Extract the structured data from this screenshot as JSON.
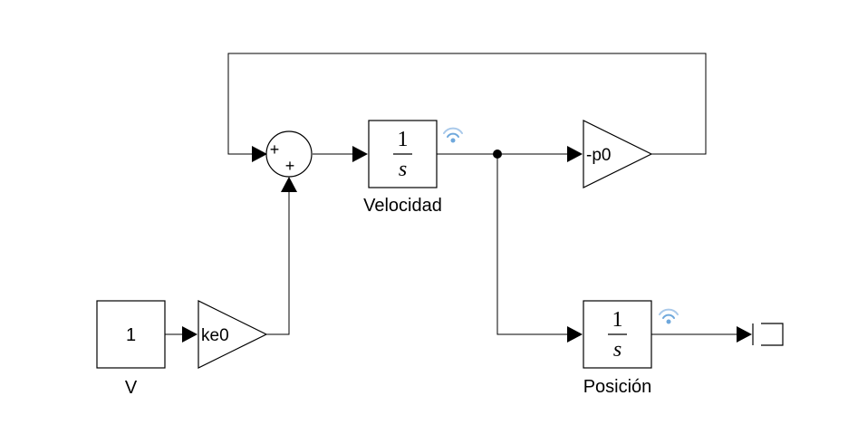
{
  "colors": {
    "wire": "#000000",
    "block_fill": "#ffffff",
    "signal_icon": "#6fa8dc"
  },
  "blocks": {
    "constant": {
      "value": "1",
      "label": "V"
    },
    "gain_ke0": {
      "value": "ke0"
    },
    "sum": {
      "sign1": "+",
      "sign2": "+"
    },
    "integrator_vel": {
      "numerator": "1",
      "denominator": "s",
      "label": "Velocidad"
    },
    "gain_p0": {
      "value": "-p0"
    },
    "integrator_pos": {
      "numerator": "1",
      "denominator": "s",
      "label": "Posición"
    }
  },
  "icons": {
    "signal_logging": "wireless-signal-icon",
    "terminator": "terminator-icon"
  }
}
